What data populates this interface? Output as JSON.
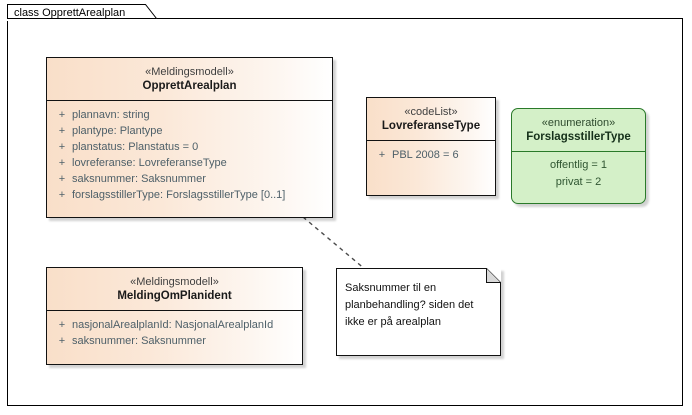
{
  "diagram": {
    "title": "class OpprettArealplan",
    "colors": {
      "class_fill": "#fbe8d8",
      "enum_fill": "#d4f0c8",
      "border": "#121212",
      "enum_border": "#2a7a2a",
      "attr_text": "#4e6069",
      "note_fill": "#ffffff"
    }
  },
  "nodes": {
    "opprett_arealplan": {
      "stereotype": "«Meldingsmodell»",
      "name": "OpprettArealplan",
      "attributes": [
        {
          "visibility": "+",
          "text": "plannavn: string"
        },
        {
          "visibility": "+",
          "text": "plantype: Plantype"
        },
        {
          "visibility": "+",
          "text": "planstatus: Planstatus = 0"
        },
        {
          "visibility": "+",
          "text": "lovreferanse: LovreferanseType"
        },
        {
          "visibility": "+",
          "text": "saksnummer: Saksnummer"
        },
        {
          "visibility": "+",
          "text": "forslagsstillerType: ForslagsstillerType [0..1]"
        }
      ]
    },
    "lovreferanse_type": {
      "stereotype": "«codeList»",
      "name": "LovreferanseType",
      "attributes": [
        {
          "visibility": "+",
          "text": "PBL 2008 = 6"
        }
      ]
    },
    "forslagsstiller_type": {
      "stereotype": "«enumeration»",
      "name": "ForslagsstillerType",
      "literals": [
        "offentlig = 1",
        "privat = 2"
      ]
    },
    "melding_om_planident": {
      "stereotype": "«Meldingsmodell»",
      "name": "MeldingOmPlanident",
      "attributes": [
        {
          "visibility": "+",
          "text": "nasjonalArealplanId: NasjonalArealplanId"
        },
        {
          "visibility": "+",
          "text": "saksnummer: Saksnummer"
        }
      ]
    }
  },
  "note": {
    "lines": [
      "Saksnummer til en",
      "planbehandling? siden det",
      "ikke er på arealplan"
    ]
  }
}
